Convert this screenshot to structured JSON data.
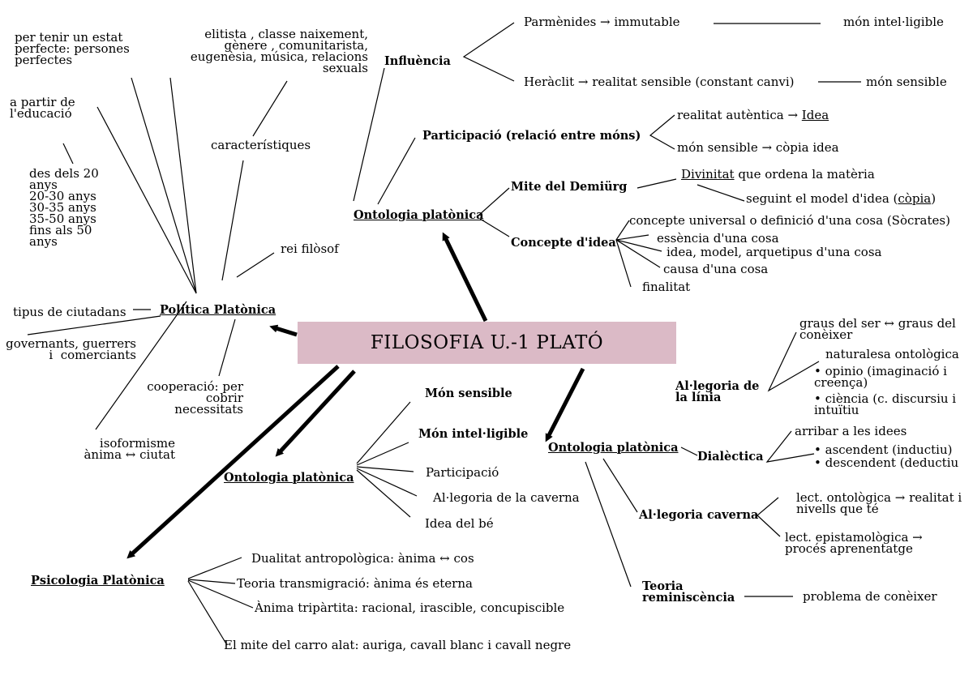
{
  "center": "FILOSOFIA U.-1 PLATÓ",
  "ont_top": {
    "title": "Ontologia platònica",
    "influencia": "Influència",
    "parmenides": "Parmènides → immutable",
    "mon_intel_right": "món intel·ligible",
    "heraclit": "Heràclit → realitat sensible (constant canvi)",
    "mon_sensible_right": "món sensible",
    "participacio": "Participació (relació entre móns)",
    "realitat_autentica": "realitat autèntica → ",
    "idea": "Idea",
    "mon_sensible_copia": "món sensible → còpia idea",
    "mite_demiurg": "Mite del Demiürg",
    "divinitat": "Divinitat",
    "divinitat_rest": " que ordena la matèria",
    "seguint": "seguint el model d'idea (",
    "copia": "còpia",
    "seguint_end": ")",
    "concepte_idea": "Concepte d'idea",
    "concepte_universal": "concepte universal o definició d'una cosa (Sòcrates)",
    "essencia": "essència d'una cosa",
    "idea_model": "idea, model, arquetipus d'una cosa",
    "causa": "causa d'una cosa",
    "finalitat": "finalitat"
  },
  "politica": {
    "title": "Política Platònica",
    "estat_perfecte": "per tenir un estat\nperfecte: persones\nperfectes",
    "a_partir": "a partir de\nl'educació",
    "edats": "des dels 20\nanys\n20-30 anys\n30-35 anys\n35-50 anys\nfins als 50\nanys",
    "elitista": "elitista , classe naixement,\ngènere , comunitarista,\neugenèsia, música, relacions\nsexuals",
    "caracteristiques": "característiques",
    "rei_filosof": "rei filòsof",
    "tipus": "tipus de ciutadans",
    "governants": "governants, guerrers\ni  comerciants",
    "cooperacio": "cooperació: per\ncobrir\nnecessitats",
    "isoformisme": "isoformisme\nànima ↔ ciutat"
  },
  "ont_mid": {
    "title": "Ontologia platònica",
    "items": [
      "Món sensible",
      "Món intel·ligible",
      "Participació",
      "Al·legoria de la caverna",
      "Idea del bé"
    ]
  },
  "psicologia": {
    "title": "Psicologia Platònica",
    "items": [
      "Dualitat antropològica: ànima ↔ cos",
      "Teoria transmigració: ànima és eterna",
      "Ànima tripàrtita: racional, irascible, concupiscible",
      "El  mite del carro alat: auriga, cavall blanc i cavall negre"
    ]
  },
  "ont_right": {
    "title": "Ontologia platònica",
    "linia": "Al·legoria de\nla línia",
    "graus": "graus del ser ↔ graus del\nconèixer",
    "naturalesa": "naturalesa ontològica",
    "opinio": "opinio (imaginació i\ncreença)",
    "ciencia": "ciència (c. discursiu i\nintuïtiu",
    "dialectica": "Dialèctica",
    "arribar": "arribar a les idees",
    "ascendent": "ascendent (inductiu)",
    "descendent": "descendent (deductiu",
    "caverna": "Al·legoria caverna",
    "lect_ont": "lect. ontològica → realitat i\nnivells que té",
    "lect_epist": "lect. epistamològica →\nprocés aprenentatge",
    "reminiscencia": "Teoria\nreminiscència",
    "problema": "problema de conèixer"
  }
}
